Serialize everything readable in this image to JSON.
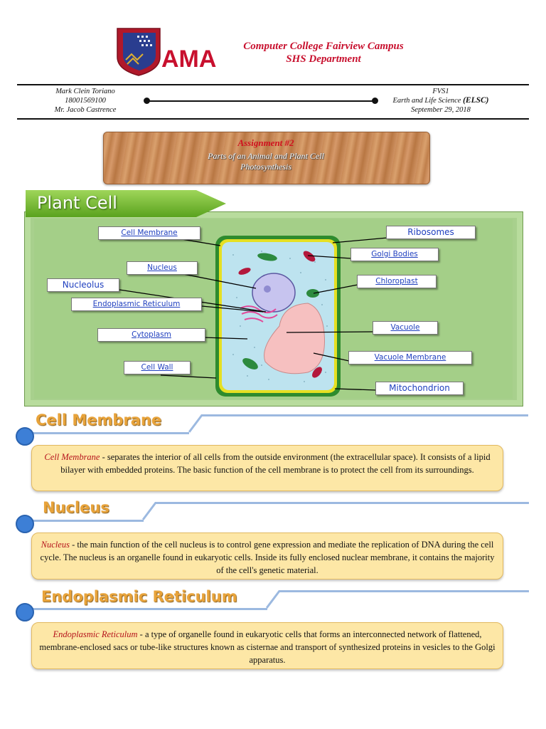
{
  "header": {
    "college_name": "Computer College Fairview Campus",
    "department": "SHS Department",
    "logo_text": "AMA",
    "student_name": "Mark Clein Toriano",
    "student_id": "18001569100",
    "teacher": "Mr. Jacob Castrence",
    "section": "FVS1",
    "subject": "Earth and Life Science",
    "subject_code": "(ELSC)",
    "date": "September 29, 2018"
  },
  "assignment": {
    "title": "Assignment #2",
    "subtitle_line1": "Parts of an Animal and Plant Cell",
    "subtitle_line2": "Photosynthesis"
  },
  "diagram": {
    "banner": "Plant Cell",
    "labels": {
      "cell_membrane": "Cell Membrane",
      "nucleus": "Nucleus",
      "nucleolus": "Nucleolus",
      "er": "Endoplasmic Reticulum",
      "cytoplasm": "Cytoplasm",
      "cell_wall": "Cell Wall",
      "ribosomes": "Ribosomes",
      "golgi": "Golgi Bodies",
      "chloroplast": "Chloroplast",
      "vacuole": "Vacuole",
      "vacuole_membrane": "Vacuole Membrane",
      "mitochondrion": "Mitochondrion"
    },
    "colors": {
      "wall": "#2e8b2e",
      "membrane": "#e6e022",
      "cytoplasm": "#bde3ef",
      "vacuole": "#f6c0c0",
      "nucleus": "#c7c4ef"
    }
  },
  "sections": [
    {
      "heading": "Cell Membrane",
      "term": "Cell Membrane",
      "body": " - separates the interior of all cells from the outside environment (the extracellular space). It consists of a lipid bilayer with embedded proteins. The basic function of the cell membrane is to protect the cell from its surroundings."
    },
    {
      "heading": "Nucleus",
      "term": "Nucleus",
      "body": " - the main function of the cell nucleus is to control gene expression and mediate the replication of DNA during the cell cycle. The nucleus is an organelle found in eukaryotic cells. Inside its fully enclosed nuclear membrane, it contains the majority of the cell's genetic material."
    },
    {
      "heading": "Endoplasmic Reticulum",
      "term": "Endoplasmic Reticulum",
      "body": " - a type of organelle found in eukaryotic cells that forms an interconnected network of flattened, membrane-enclosed sacs or tube-like structures known as cisternae and transport of synthesized proteins in vesicles to the Golgi apparatus."
    }
  ]
}
